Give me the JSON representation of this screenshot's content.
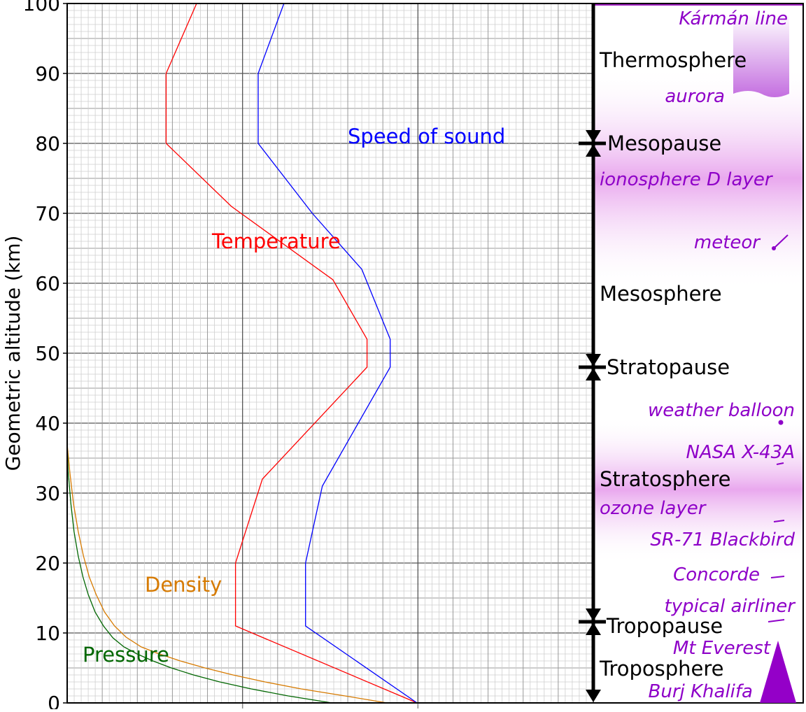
{
  "colors": {
    "temperature": "#ff0000",
    "speed_of_sound": "#0000ff",
    "density": "#d67a00",
    "pressure": "#006600",
    "annotation": "#8e00c8",
    "layer_shade": "#e9a8ee"
  },
  "chart_data": {
    "type": "line",
    "ylabel": "Geometric altitude (km)",
    "ylim": [
      0,
      100
    ],
    "yticks": [
      "0",
      "10",
      "20",
      "30",
      "40",
      "50",
      "60",
      "70",
      "80",
      "90",
      "100"
    ],
    "grid": true,
    "x_axis": "relative (unlabeled)",
    "series": [
      {
        "name": "Temperature",
        "key": "temperature",
        "points": [
          [
            0.665,
            0
          ],
          [
            0.32,
            11
          ],
          [
            0.32,
            20
          ],
          [
            0.371,
            32
          ],
          [
            0.57,
            48
          ],
          [
            0.57,
            52
          ],
          [
            0.505,
            60.5
          ],
          [
            0.312,
            71
          ],
          [
            0.188,
            80
          ],
          [
            0.188,
            90
          ],
          [
            0.246,
            100
          ]
        ]
      },
      {
        "name": "Speed of sound",
        "key": "speed_of_sound",
        "points": [
          [
            0.665,
            0
          ],
          [
            0.453,
            11
          ],
          [
            0.453,
            20
          ],
          [
            0.485,
            31
          ],
          [
            0.614,
            48
          ],
          [
            0.614,
            52
          ],
          [
            0.56,
            62
          ],
          [
            0.466,
            70
          ],
          [
            0.363,
            80
          ],
          [
            0.363,
            90
          ],
          [
            0.412,
            100
          ]
        ]
      },
      {
        "name": "Density",
        "key": "density",
        "points": [
          [
            0.608,
            0
          ],
          [
            0.528,
            1
          ],
          [
            0.445,
            2
          ],
          [
            0.376,
            3
          ],
          [
            0.315,
            4
          ],
          [
            0.262,
            5
          ],
          [
            0.215,
            6
          ],
          [
            0.175,
            7
          ],
          [
            0.141,
            8
          ],
          [
            0.112,
            9.4
          ],
          [
            0.09,
            11
          ],
          [
            0.071,
            13
          ],
          [
            0.055,
            15.5
          ],
          [
            0.042,
            18
          ],
          [
            0.031,
            21
          ],
          [
            0.021,
            24.5
          ],
          [
            0.012,
            28.5
          ],
          [
            0.005,
            33
          ],
          [
            0.0,
            37
          ]
        ]
      },
      {
        "name": "Pressure",
        "key": "pressure",
        "points": [
          [
            0.503,
            0
          ],
          [
            0.42,
            1
          ],
          [
            0.35,
            2
          ],
          [
            0.29,
            3
          ],
          [
            0.24,
            4
          ],
          [
            0.198,
            5
          ],
          [
            0.163,
            6
          ],
          [
            0.133,
            7
          ],
          [
            0.108,
            8
          ],
          [
            0.087,
            9.3
          ],
          [
            0.069,
            11
          ],
          [
            0.053,
            13
          ],
          [
            0.04,
            15.5
          ],
          [
            0.03,
            18
          ],
          [
            0.021,
            21
          ],
          [
            0.013,
            24.5
          ],
          [
            0.007,
            28.5
          ],
          [
            0.002,
            33
          ],
          [
            0.0,
            37
          ]
        ]
      }
    ]
  },
  "layers": {
    "thermosphere": "Thermosphere",
    "mesopause": "Mesopause",
    "mesosphere": "Mesosphere",
    "stratopause": "Stratopause",
    "stratosphere": "Stratosphere",
    "tropopause": "Tropopause",
    "troposphere": "Troposphere"
  },
  "annotations": {
    "karman": "Kármán line",
    "aurora": "aurora",
    "ionosphere": "ionosphere D layer",
    "meteor": "meteor",
    "balloon": "weather balloon",
    "x43": "NASA X-43A",
    "ozone": "ozone layer",
    "sr71": "SR-71 Blackbird",
    "concorde": "Concorde",
    "airliner": "typical airliner",
    "everest": "Mt Everest",
    "burj": "Burj Khalifa"
  }
}
